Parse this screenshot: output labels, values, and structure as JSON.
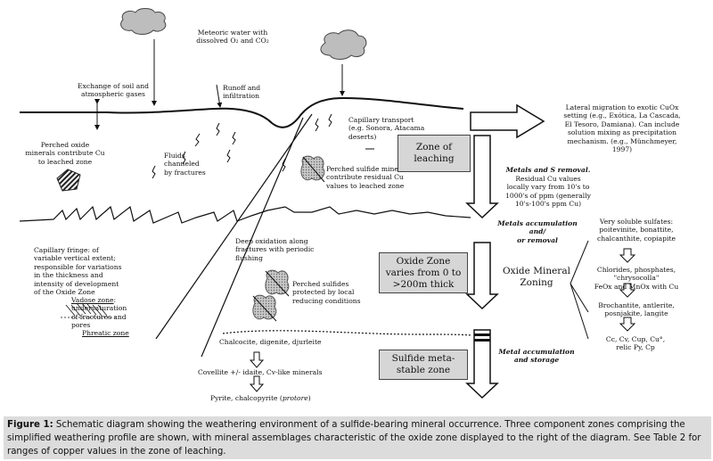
{
  "labels": {
    "meteoric": "Meteoric water with\ndissolved O₂ and CO₂",
    "exchange": "Exchange of soil and\natmospheric gases",
    "runoff": "Runoff and\ninfiltration",
    "capillary_transport": "Capillary transport\n(e.g. Sonora, Atacama\ndeserts)",
    "lateral": "Lateral migration to exotic CuOx\nsetting (e.g., Exótica, La Cascada,\nEl Tesoro, Damiana). Can include\nsolution mixing as precipitation\nmechanism. (e.g., Münchmeyer,\n1997)",
    "perched_oxide": "Perched oxide\nminerals contribute Cu\nto leached zone",
    "fluids": "Fluids\nchanneled\nby fractures",
    "perched_sulfide": "Perched sulfide minerals\ncontribute residual Cu\nvalues to leached zone",
    "metals_s_removal": "Metals and S removal.",
    "residual_cu": "Residual Cu values\nlocally vary from 10's to\n1000's of ppm (generally\n10's-100's ppm Cu)",
    "metals_accum_removal": "Metals accumulation and/\nor removal",
    "soluble_sulfates": "Very soluble sulfates:\npoitevinite, bonattite,\nchalcanthite, copiapite",
    "capillary_fringe": "Capillary fringe: of\nvariable vertical extent;\nresponsible for variations\nin the thickness and\nintensity of development\nof the Oxide Zone",
    "deep_oxidation": "Deep oxidation along\nfractures with periodic\nflushing",
    "chlorides": "Chlorides, phosphates, \"chrysocolla\"\nFeOx and MnOx with Cu",
    "oxide_mineral_zoning": "Oxide Mineral\nZoning",
    "perched_protected": "Perched sulfides\nprotected by local\nreducing conditions",
    "brochantite": "Brochantite, antlerite,\nposnjakite, langite",
    "vadose_title": "Vadose zone",
    "vadose_rest": ": undersaturation\nof fractures and\npores",
    "phreatic": "Phreatic zone",
    "chalcocite": "Chalcocite, digenite, djurleite",
    "cc_line": "Cc, Cv, Cup, Cu°,\nrelic Py, Cp",
    "metal_accum_storage": "Metal accumulation\nand storage",
    "covellite": "Covellite +/- idaite, Cv-like minerals",
    "pyrite_main": "Pyrite, chalcopyrite (",
    "pyrite_protore": "protore",
    "pyrite_end": ")"
  },
  "zones": {
    "leaching": "Zone of\nleaching",
    "oxide": "Oxide Zone\nvaries from 0 to\n>200m thick",
    "sulfide": "Sulfide meta-\nstable zone"
  },
  "caption": {
    "label": "Figure 1:",
    "text": " Schematic diagram showing the weathering environment of a sulfide-bearing mineral occurrence. Three component zones comprising the simplified weathering profile are shown, with mineral assemblages characteristic of the oxide zone displayed to the right of the diagram.  See Table 2 for ranges of copper values in the zone of leaching."
  }
}
